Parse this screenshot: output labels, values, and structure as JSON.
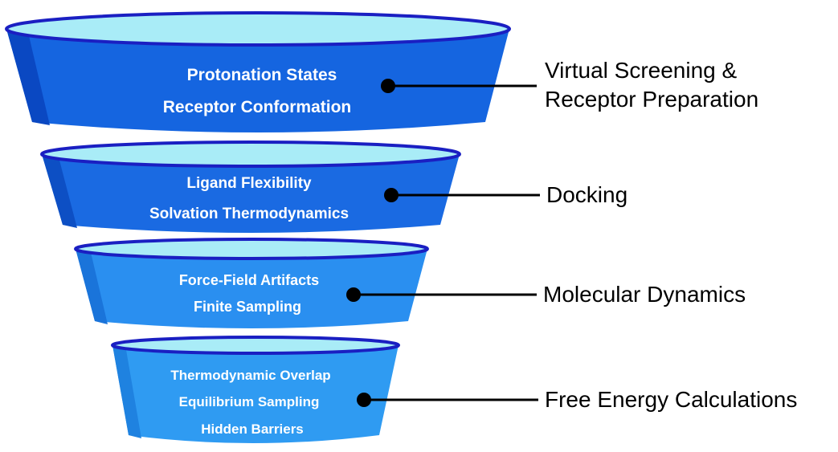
{
  "colors": {
    "tier1_body": "#1565e0",
    "tier1_dark": "#0a48c2",
    "tier2_body": "#1a6ae2",
    "tier2_dark": "#0d4fc4",
    "tier3_body": "#2a8ff0",
    "tier3_dark": "#1a74da",
    "tier4_body": "#2f9bf2",
    "tier4_dark": "#1f82e0",
    "rim_fill": "#a9ecf7",
    "rim_stroke": "#1a1fc2",
    "connector": "#000000"
  },
  "tiers": [
    {
      "lines": [
        "Protonation States",
        "Receptor Conformation"
      ],
      "stage": [
        "Virtual Screening &",
        "Receptor Preparation"
      ]
    },
    {
      "lines": [
        "Ligand Flexibility",
        "Solvation Thermodynamics"
      ],
      "stage": [
        "Docking"
      ]
    },
    {
      "lines": [
        "Force-Field Artifacts",
        "Finite Sampling"
      ],
      "stage": [
        "Molecular Dynamics"
      ]
    },
    {
      "lines": [
        "Thermodynamic Overlap",
        "Equilibrium Sampling",
        "Hidden Barriers"
      ],
      "stage": [
        "Free Energy Calculations"
      ]
    }
  ]
}
